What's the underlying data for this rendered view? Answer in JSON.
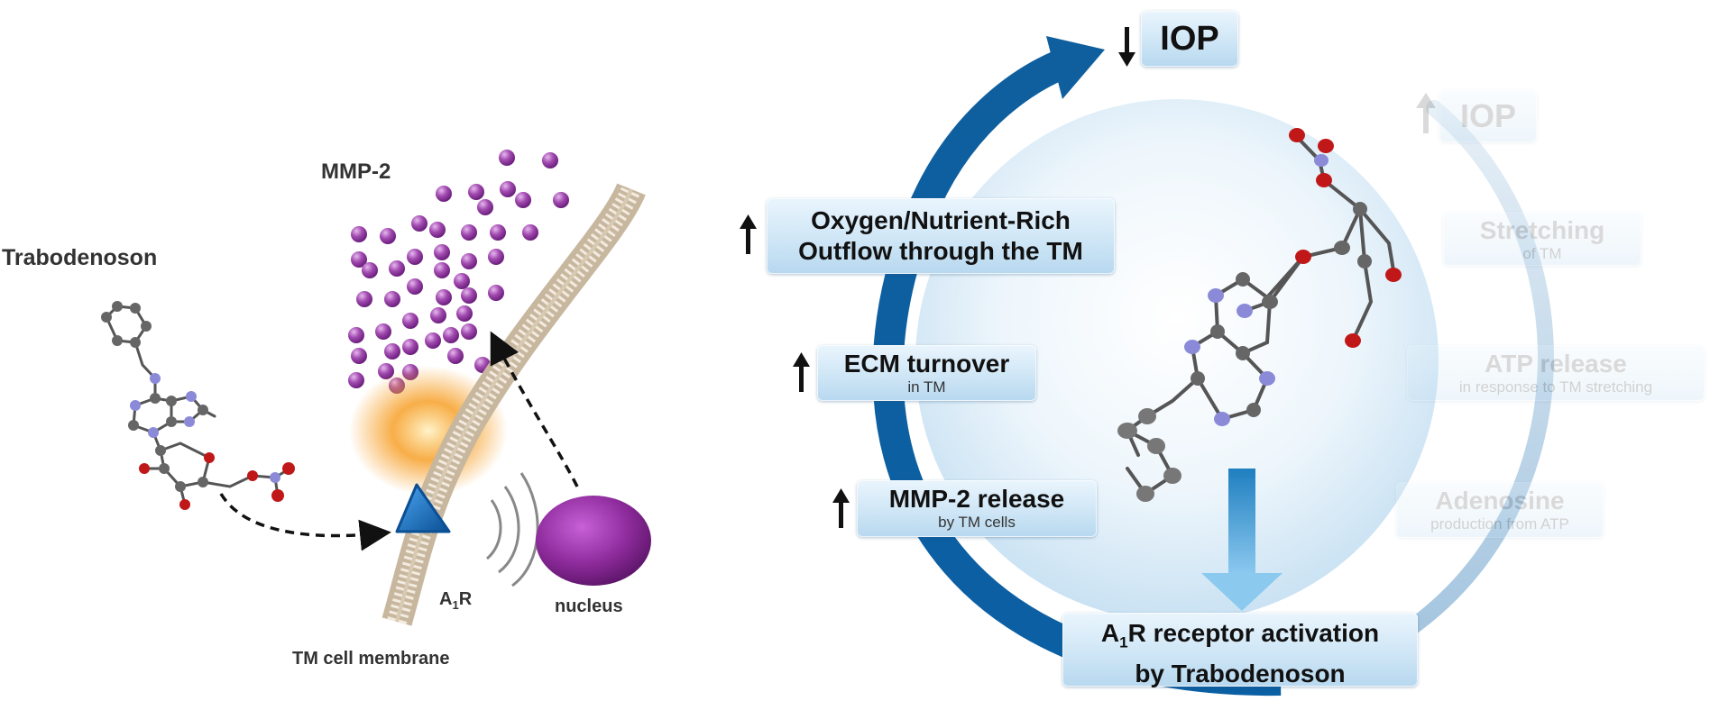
{
  "left_panel": {
    "compound_label": "Trabodenoson",
    "enzyme_label": "MMP-2",
    "receptor_label_main": "A",
    "receptor_label_sub": "1",
    "receptor_label_end": "R",
    "nucleus_label": "nucleus",
    "membrane_label": "TM cell membrane"
  },
  "cycle": {
    "top_target": {
      "arrow": "↓",
      "label": "IOP"
    },
    "steps": [
      {
        "arrow": "↑",
        "line1": "Oxygen/Nutrient-Rich",
        "line2": "Outflow through the TM"
      },
      {
        "arrow": "↑",
        "main": "ECM turnover",
        "sub": "in TM"
      },
      {
        "arrow": "↑",
        "main": "MMP-2 release",
        "sub": "by TM cells"
      }
    ],
    "activation": {
      "line1_a": "A",
      "line1_sub": "1",
      "line1_b": "R receptor activation",
      "line2": "by Trabodenoson"
    },
    "faded_top": {
      "arrow": "↑",
      "label": "IOP"
    },
    "faded_steps": [
      {
        "main": "Stretching",
        "sub": "of TM"
      },
      {
        "main": "ATP release",
        "sub": "in response to TM stretching"
      },
      {
        "main": "Adenosine",
        "sub": "production from ATP"
      }
    ]
  },
  "colors": {
    "cycle_arrow": "#0f5f9e",
    "sphere": "#a24bb0",
    "receptor": "#1b6fc2",
    "glow": "#f7a534",
    "nucleus": "#8c2a9a",
    "box_fill": "#cfe6f6"
  }
}
